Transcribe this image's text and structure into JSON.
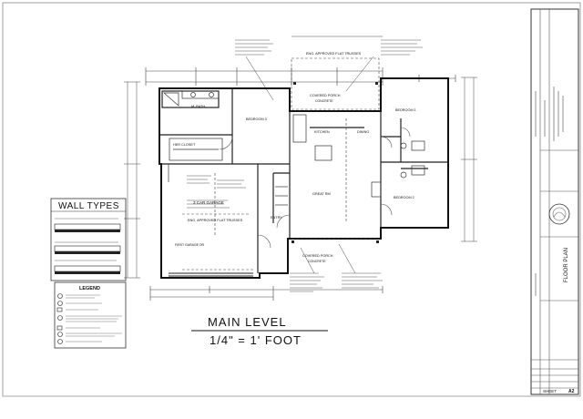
{
  "title_block": {
    "drawing_title": "MAIN LEVEL",
    "scale": "1/4\" = 1' FOOT",
    "sheet_name": "FLOOR PLAN",
    "sheet_label": "SHEET",
    "sheet_number": "A2"
  },
  "wall_types": {
    "heading": "WALL TYPES"
  },
  "legend": {
    "heading": "LEGEND"
  },
  "rooms": {
    "bedroom_1": "BEDROOM 1",
    "bedroom_2": "BEDROOM 2",
    "bedroom_3": "BEDROOM 3",
    "m_bath": "M. BATH",
    "her_closet": "HER CLOSET",
    "kitchen": "KITCHEN",
    "dining": "DINING",
    "great_rm": "GREAT RM",
    "entry": "ENTRY",
    "garage": "3 CAR GARAGE",
    "covered_porch_top": "COVERED PORCH",
    "covered_porch_top_sub": "CONCRETE",
    "covered_porch_front": "COVERED PORCH",
    "covered_porch_front_sub": "CONCRETE"
  },
  "notes": {
    "trusses_top": "ENG. APPROVED FLAT TRUSSES",
    "trusses_garage": "ENG. APPROVED FLAT TRUSSES",
    "first_garage": "FIRST GARAGE DR"
  }
}
